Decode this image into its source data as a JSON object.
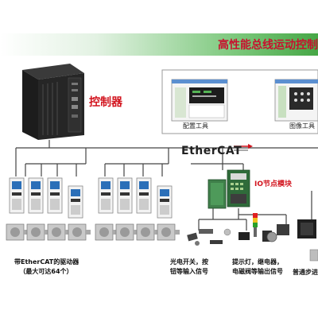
{
  "title": "高性能总线运动控制",
  "controller_label": "控制器",
  "software": {
    "config_tool": "配置工具",
    "image_tool": "图像工具"
  },
  "network": {
    "brand": "EtherCAT",
    "io_module_label": "IO节点模块"
  },
  "captions": {
    "drives_line1": "带EtherCAT的驱动器",
    "drives_line2": "（最大可达64个）",
    "sensors_line1": "光电开关，按",
    "sensors_line2": "钮等输入信号",
    "outputs_line1": "提示灯，继电器，",
    "outputs_line2": "电磁阀等输出信号",
    "stepper": "普通步进"
  },
  "colors": {
    "accent_red": "#d2141e",
    "green": "#46a746",
    "drive_white": "#f2f2f2",
    "motor_silver": "#c9c9c9"
  }
}
